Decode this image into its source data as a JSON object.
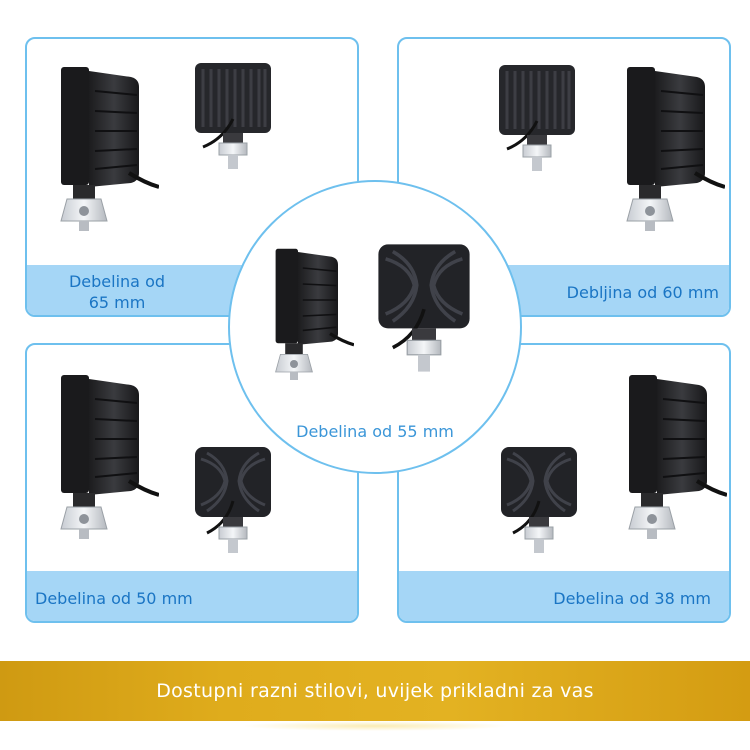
{
  "panels": {
    "top_left": {
      "label_line1": "Debelina od",
      "label_line2": "65 mm"
    },
    "top_right": {
      "label": "Debljina od 60 mm"
    },
    "center": {
      "label": "Debelina od 55 mm"
    },
    "bottom_left": {
      "label": "Debelina od 50 mm"
    },
    "bottom_right": {
      "label": "Debelina od 38 mm"
    }
  },
  "footer": {
    "text": "Dostupni razni stilovi, uvijek prikladni za vas"
  },
  "colors": {
    "border": "#6ec0ee",
    "band": "#a5d6f6",
    "band_text": "#1a75c4",
    "footer": "#dfac1c"
  },
  "icons": [
    "work-light-side-view",
    "work-light-rear-view"
  ]
}
